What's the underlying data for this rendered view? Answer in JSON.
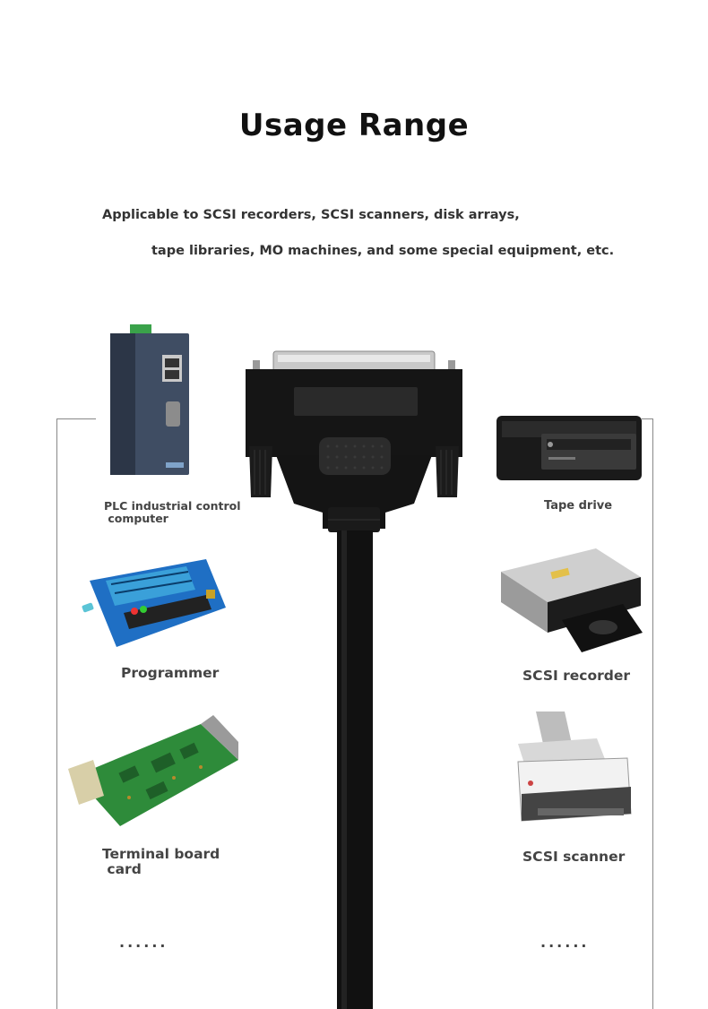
{
  "title": "Usage Range",
  "subtitle_line1": "Applicable to SCSI recorders, SCSI scanners, disk arrays,",
  "subtitle_line2": "tape libraries, MO machines, and some special equipment, etc.",
  "left_devices": [
    {
      "label_line1": "PLC industrial control",
      "label_line2": " computer",
      "icon": "plc-computer-icon"
    },
    {
      "label_line1": "Programmer",
      "label_line2": "",
      "icon": "programmer-board-icon"
    },
    {
      "label_line1": "Terminal board",
      "label_line2": " card",
      "icon": "terminal-board-card-icon"
    }
  ],
  "right_devices": [
    {
      "label": "Tape drive",
      "icon": "tape-drive-icon"
    },
    {
      "label": "SCSI recorder",
      "icon": "scsi-recorder-icon"
    },
    {
      "label": "SCSI scanner",
      "icon": "scsi-scanner-icon"
    }
  ],
  "more_left": "......",
  "more_right": "......",
  "colors": {
    "cable": "#111111",
    "text": "#444444",
    "board_green": "#2e8b3a",
    "board_blue": "#1f6fc4"
  }
}
